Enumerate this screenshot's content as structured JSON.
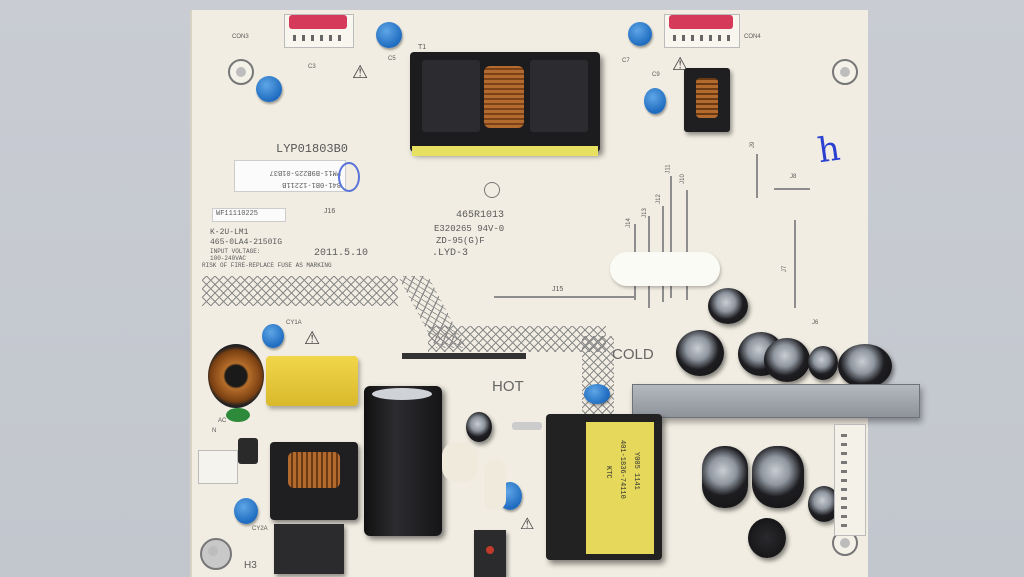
{
  "board": {
    "model": "LYP01803B0",
    "sticker_code": "PM11-B9B225-01B37",
    "sticker_code2": "841-0B1-12211B",
    "wf_label": "WF11110225",
    "spec": {
      "line1": "K-2U-LM1",
      "line2": "465-0LA4-2150IG",
      "line3": "INPUT VOLTAGE:",
      "line4": "100-240VAC",
      "line5": "RISK OF FIRE-REPLACE FUSE AS MARKING"
    },
    "date": "2011.5.10",
    "cert": {
      "line1": "465R1013",
      "line2": "E320265 94V-0",
      "line3": "ZD-95(G)F",
      "line4": ".LYD-3"
    },
    "zone_hot": "HOT",
    "zone_cold": "COLD",
    "handwritten": "h",
    "transformer_label": {
      "line1": "KTC",
      "line2": "401-1836-74110",
      "line3": "Y005 1141"
    },
    "refs": {
      "t1": "T1",
      "j16": "J16",
      "j15": "J15",
      "j14": "J14",
      "j13": "J13",
      "j12": "J12",
      "j11": "J11",
      "j10": "J10",
      "j9": "J9",
      "j8": "J8",
      "j7": "J7",
      "j6": "J6",
      "con3": "CON3",
      "con4": "CON4",
      "h3": "H3",
      "ac": "AC",
      "n": "N",
      "cy1a": "CY1A",
      "cy2a": "CY2A",
      "c3": "C3",
      "c5": "C5",
      "c7": "C7",
      "c9": "C9"
    }
  }
}
